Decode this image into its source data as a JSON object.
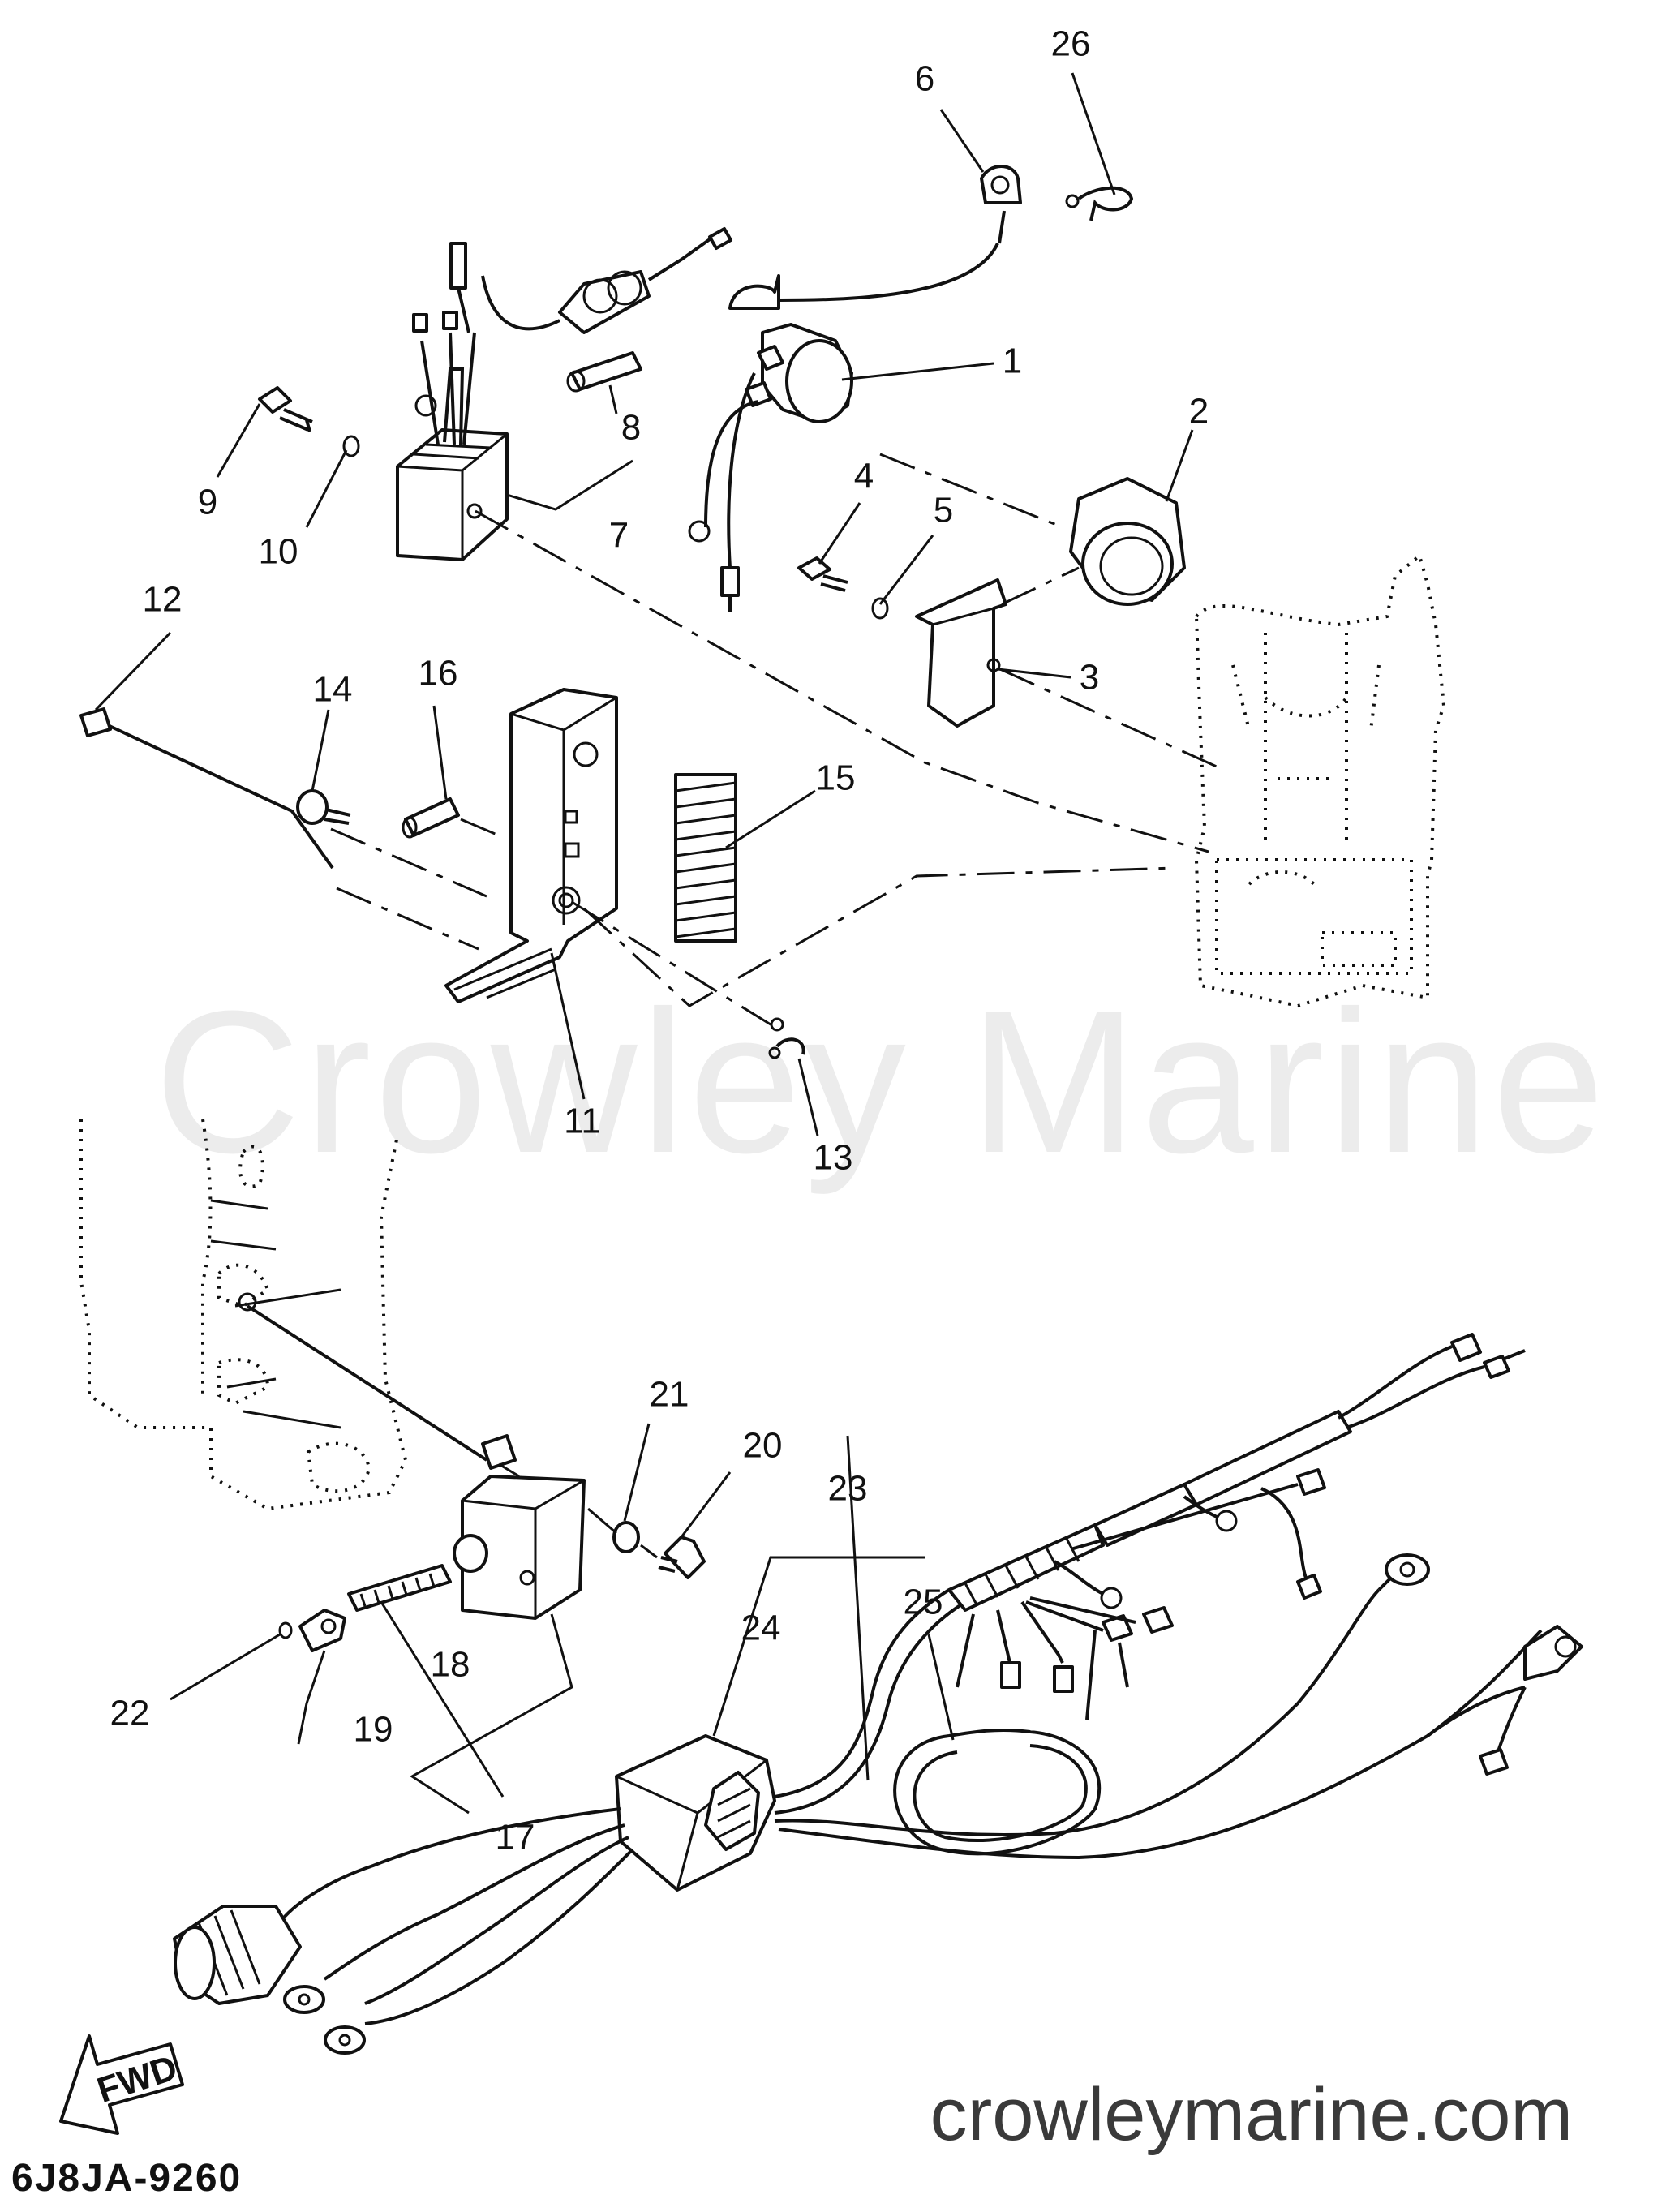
{
  "diagram": {
    "ref_code": "6J8JA-9260",
    "watermark": "Crowley Marine",
    "site_url": "crowleymarine.com",
    "direction_label": "FWD",
    "callouts": [
      "1",
      "2",
      "3",
      "4",
      "5",
      "6",
      "7",
      "8",
      "9",
      "10",
      "11",
      "12",
      "13",
      "14",
      "15",
      "16",
      "17",
      "18",
      "19",
      "20",
      "21",
      "22",
      "23",
      "24",
      "25",
      "26"
    ]
  }
}
